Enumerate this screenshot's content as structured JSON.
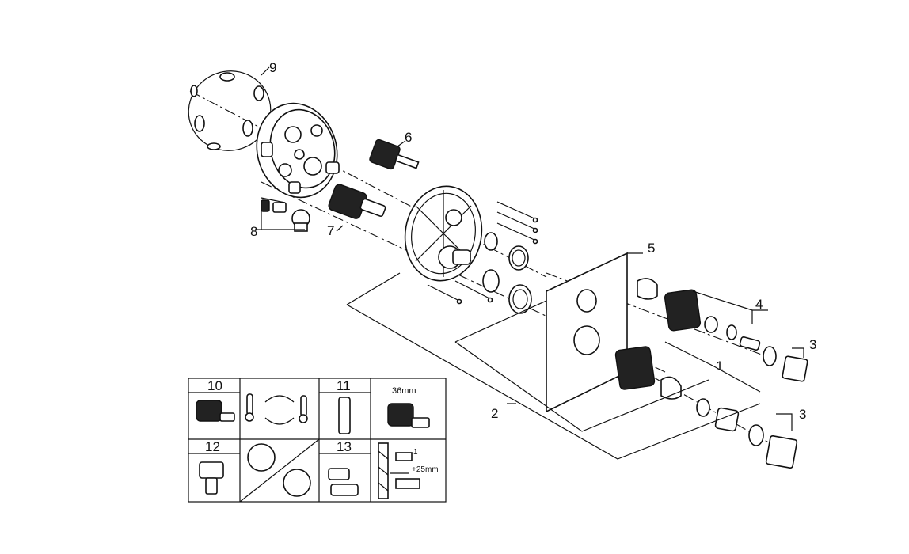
{
  "callouts": {
    "c1": "1",
    "c2": "2",
    "c3a": "3",
    "c3b": "3",
    "c4": "4",
    "c5": "5",
    "c6": "6",
    "c7": "7",
    "c8": "8",
    "c9": "9"
  },
  "legend": {
    "c10": "10",
    "c11": "11",
    "c12": "12",
    "c13": "13",
    "wrench_size": "36mm",
    "depth_step": "1",
    "extension": "+25mm"
  },
  "colors": {
    "line": "#111111",
    "background": "#ffffff",
    "fill_dark": "#222222"
  }
}
